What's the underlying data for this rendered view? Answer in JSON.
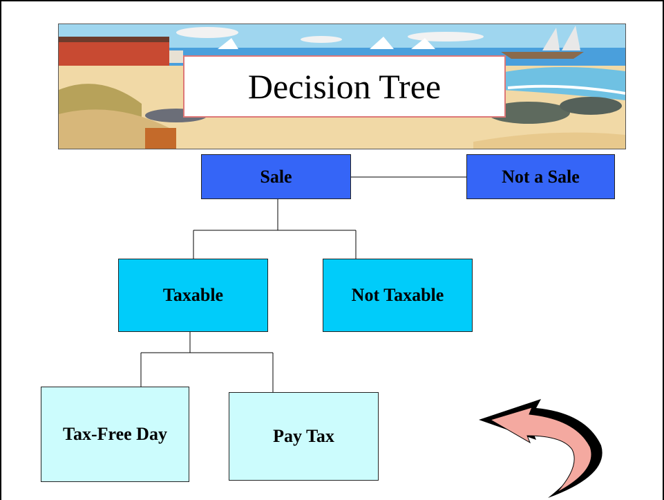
{
  "title": "Decision Tree",
  "nodes": {
    "sale": "Sale",
    "not_sale": "Not a Sale",
    "taxable": "Taxable",
    "not_taxable": "Not Taxable",
    "tax_free_day": "Tax-Free Day",
    "pay_tax": "Pay Tax"
  },
  "colors": {
    "level1": "#3565f7",
    "level2": "#00ccfa",
    "level3": "#ccfcfd",
    "arrow_fill": "#f4a9a0"
  },
  "icons": {
    "banner": "beach-scene-illustration",
    "back": "curved-back-arrow-icon"
  }
}
